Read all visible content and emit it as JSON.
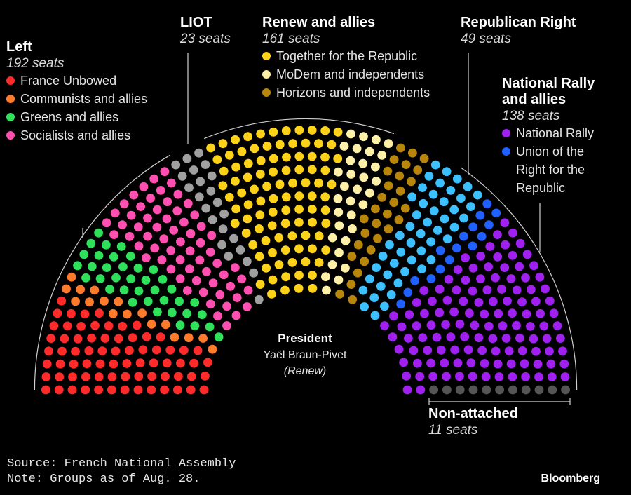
{
  "chart_data": {
    "type": "parliament",
    "groups": [
      {
        "key": "left",
        "title": "Left",
        "seats_label": "192 seats",
        "seats": 192,
        "parties": [
          {
            "name": "France Unbowed",
            "color": "#ff2a2a"
          },
          {
            "name": "Communists and allies",
            "color": "#ff7a2a"
          },
          {
            "name": "Greens and allies",
            "color": "#2ee05a"
          },
          {
            "name": "Socialists and allies",
            "color": "#ff4fb0"
          }
        ]
      },
      {
        "key": "liot",
        "title": "LIOT",
        "seats_label": "23 seats",
        "seats": 23,
        "parties": [
          {
            "name": "LIOT",
            "color": "#a0a0a0"
          }
        ]
      },
      {
        "key": "renew",
        "title": "Renew and allies",
        "seats_label": "161 seats",
        "seats": 161,
        "parties": [
          {
            "name": "Together for the Republic",
            "color": "#ffd21a"
          },
          {
            "name": "MoDem and independents",
            "color": "#fff0a8"
          },
          {
            "name": "Horizons and independents",
            "color": "#b8860b"
          }
        ]
      },
      {
        "key": "rr",
        "title": "Republican Right",
        "seats_label": "49 seats",
        "seats": 49,
        "parties": [
          {
            "name": "Republican Right",
            "color": "#3cc0ff"
          }
        ]
      },
      {
        "key": "nr",
        "title": "National Rally and allies",
        "title_lines": [
          "National Rally",
          "and allies"
        ],
        "seats_label": "138 seats",
        "seats": 138,
        "parties": [
          {
            "name": "National Rally",
            "color": "#a020f0"
          },
          {
            "name": "Union of the Right for the Republic",
            "name_lines": [
              "Union of the",
              "Right for the",
              "Republic"
            ],
            "color": "#2060ff"
          }
        ]
      },
      {
        "key": "na",
        "title": "Non-attached",
        "seats_label": "11 seats",
        "seats": 11,
        "parties": [
          {
            "name": "Non-attached",
            "color": "#555555"
          }
        ]
      }
    ],
    "seat_sequence": [
      {
        "color": "#ff2a2a",
        "n": 72
      },
      {
        "color": "#ff7a2a",
        "n": 17
      },
      {
        "color": "#2ee05a",
        "n": 38
      },
      {
        "color": "#ff4fb0",
        "n": 65
      },
      {
        "color": "#a0a0a0",
        "n": 23
      },
      {
        "color": "#ffd21a",
        "n": 98
      },
      {
        "color": "#fff0a8",
        "n": 33
      },
      {
        "color": "#b8860b",
        "n": 30
      },
      {
        "color": "#3cc0ff",
        "n": 49
      },
      {
        "color": "#2060ff",
        "n": 16
      },
      {
        "color": "#a020f0",
        "n": 122
      },
      {
        "color": "#555555",
        "n": 11
      }
    ],
    "total_seats": 574,
    "president": {
      "label": "President",
      "name": "Yaël Braun-Pivet",
      "party": "(Renew)"
    }
  },
  "footer": {
    "source": "Source: French National Assembly",
    "note": "Note: Groups as of Aug. 28.",
    "brand": "Bloomberg"
  }
}
